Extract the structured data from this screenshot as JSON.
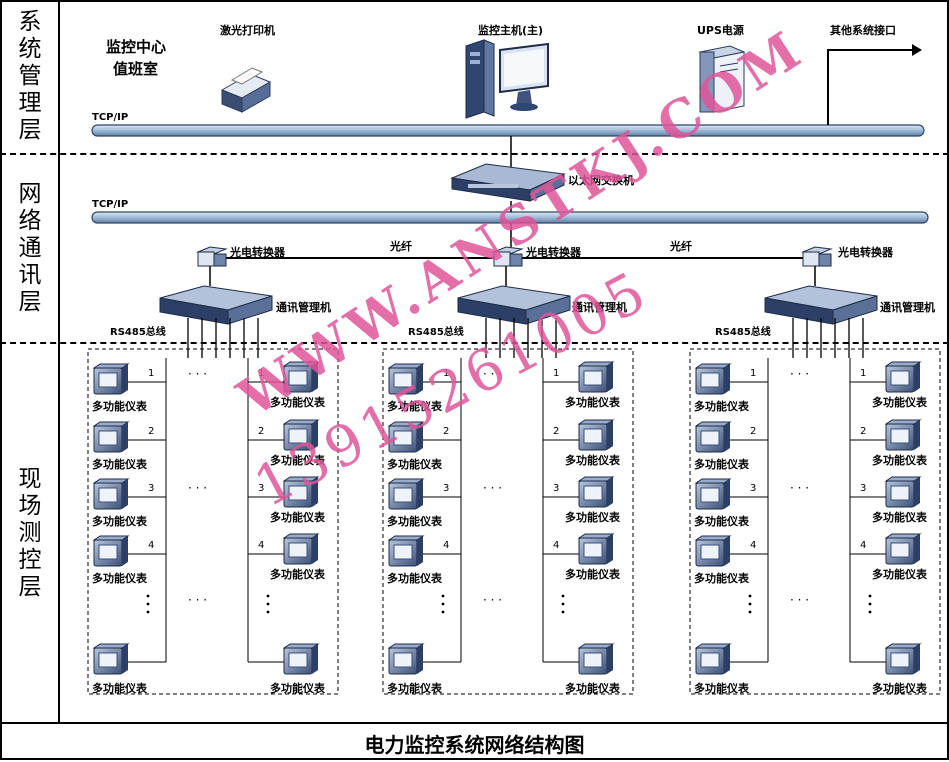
{
  "layers": [
    {
      "label": "系统管理层"
    },
    {
      "label": "网络通讯层"
    },
    {
      "label": "现场测控层"
    }
  ],
  "management": {
    "room_label_line1": "监控中心",
    "room_label_line2": "值班室",
    "printer_label": "激光打印机",
    "host_label": "监控主机(主)",
    "ups_label": "UPS电源",
    "interface_label": "其他系统接口",
    "bus_label": "TCP/IP"
  },
  "network": {
    "switch_label": "以太网交换机",
    "bus_label": "TCP/IP",
    "fiber_label_1": "光纤",
    "fiber_label_2": "光纤",
    "converters": [
      {
        "label": "光电转换器"
      },
      {
        "label": "光电转换器"
      },
      {
        "label": "光电转换器"
      }
    ],
    "comm_managers": [
      {
        "label": "通讯管理机",
        "bus_label": "RS485总线"
      },
      {
        "label": "通讯管理机",
        "bus_label": "RS485总线"
      },
      {
        "label": "通讯管理机",
        "bus_label": "RS485总线"
      }
    ]
  },
  "field": {
    "meter_label": "多功能仪表",
    "row_numbers": [
      "1",
      "2",
      "3",
      "4"
    ],
    "ellipsis": "· · ·"
  },
  "watermark": {
    "url": "WWW.ANSTKJ.COM",
    "phone": "13915261005",
    "color": "#e0559a"
  },
  "caption": "电力监控系统网络结构图"
}
